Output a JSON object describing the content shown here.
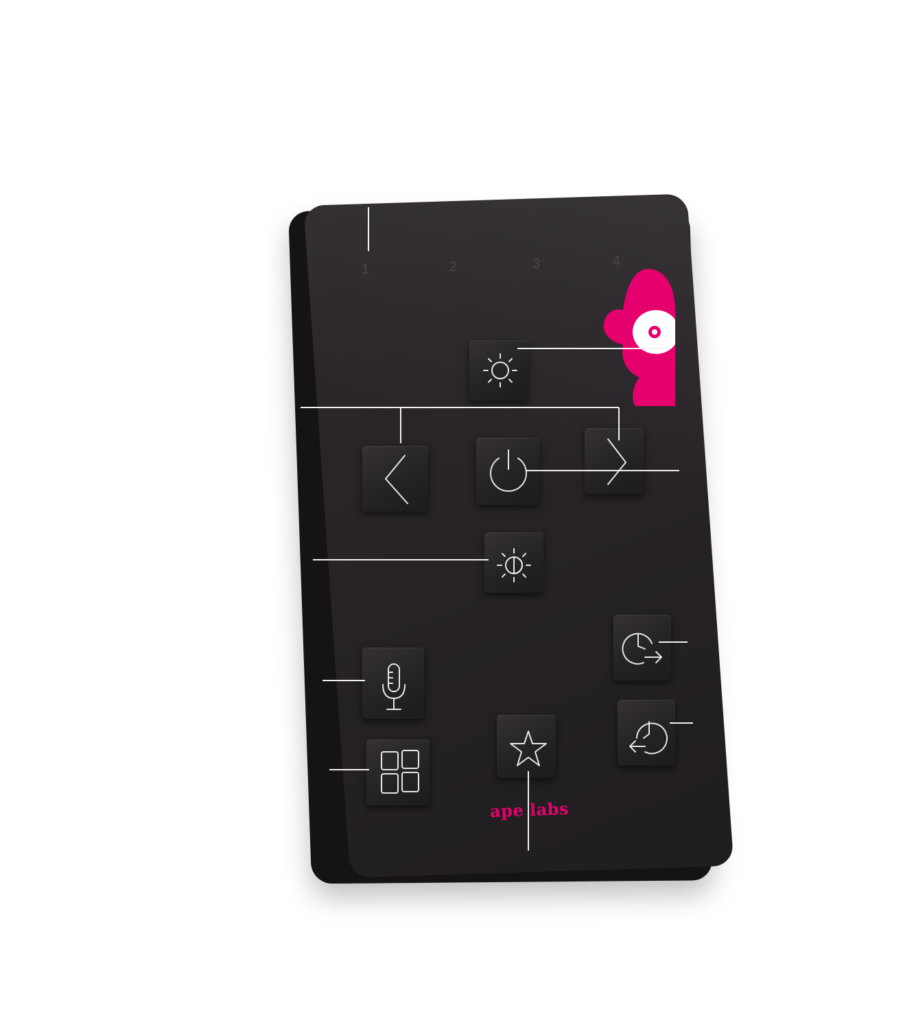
{
  "device": {
    "brand_text": "ape labs",
    "accent_color": "#e6006e",
    "body_color": "#262226",
    "channels": [
      "1",
      "2",
      "3",
      "4"
    ]
  },
  "buttons": [
    {
      "name": "brightness-button",
      "icon": "sun-icon"
    },
    {
      "name": "previous-button",
      "icon": "chevron-left-icon"
    },
    {
      "name": "power-button",
      "icon": "power-icon"
    },
    {
      "name": "next-button",
      "icon": "chevron-right-icon"
    },
    {
      "name": "contrast-button",
      "icon": "half-sun-icon"
    },
    {
      "name": "microphone-button",
      "icon": "microphone-icon"
    },
    {
      "name": "clock-forward-button",
      "icon": "clock-forward-icon"
    },
    {
      "name": "clock-back-button",
      "icon": "clock-back-icon"
    },
    {
      "name": "grid-button",
      "icon": "grid-icon"
    },
    {
      "name": "favorite-button",
      "icon": "star-icon"
    }
  ]
}
